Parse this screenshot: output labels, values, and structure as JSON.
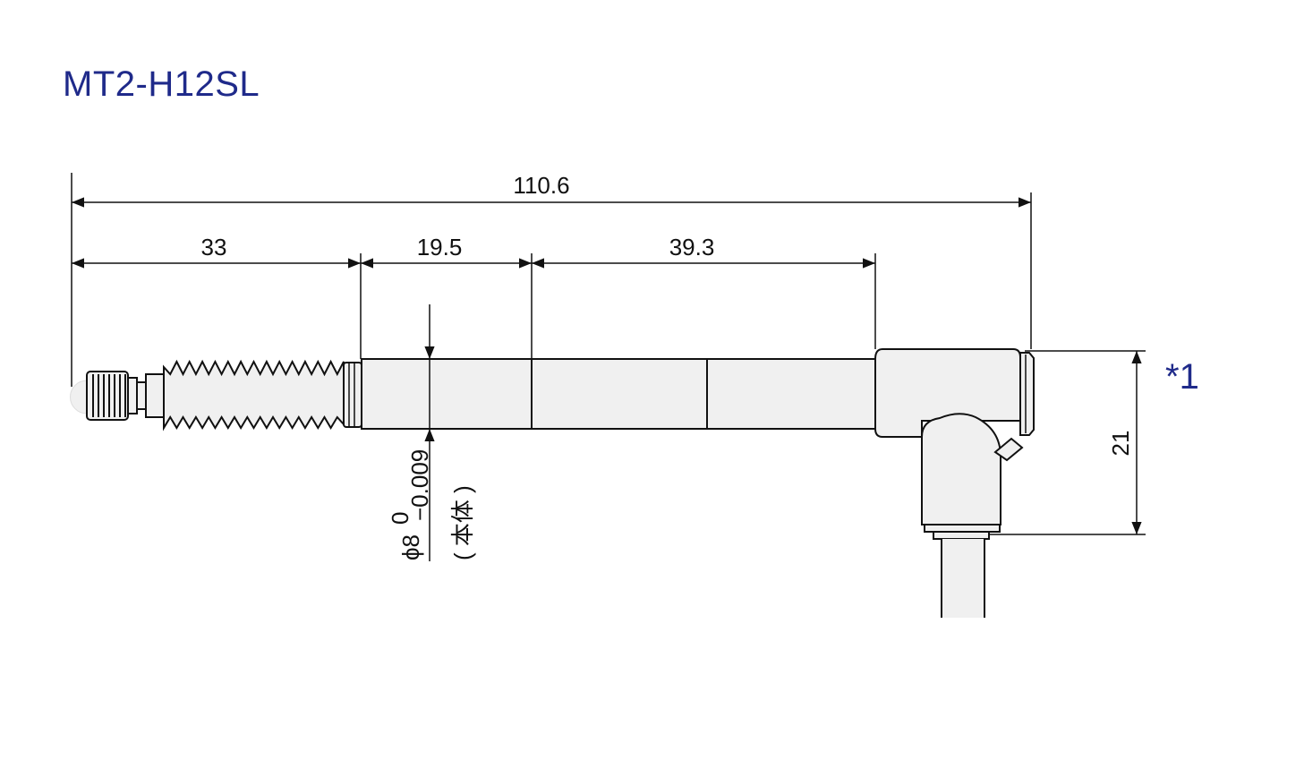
{
  "title": "MT2-H12SL",
  "dimensions": {
    "overall_length": "110.6",
    "segment_1": "33",
    "segment_2": "19.5",
    "segment_3": "39.3",
    "height": "21"
  },
  "diameter": {
    "symbol": "ϕ8",
    "tolerance_upper": "0",
    "tolerance_lower": "−0.009",
    "body_note": "( 本体 )"
  },
  "note_mark": "*1",
  "colors": {
    "title": "#1f2a8a",
    "note": "#1f2a8a",
    "part_fill": "#f0f0f0",
    "line": "#111111"
  }
}
